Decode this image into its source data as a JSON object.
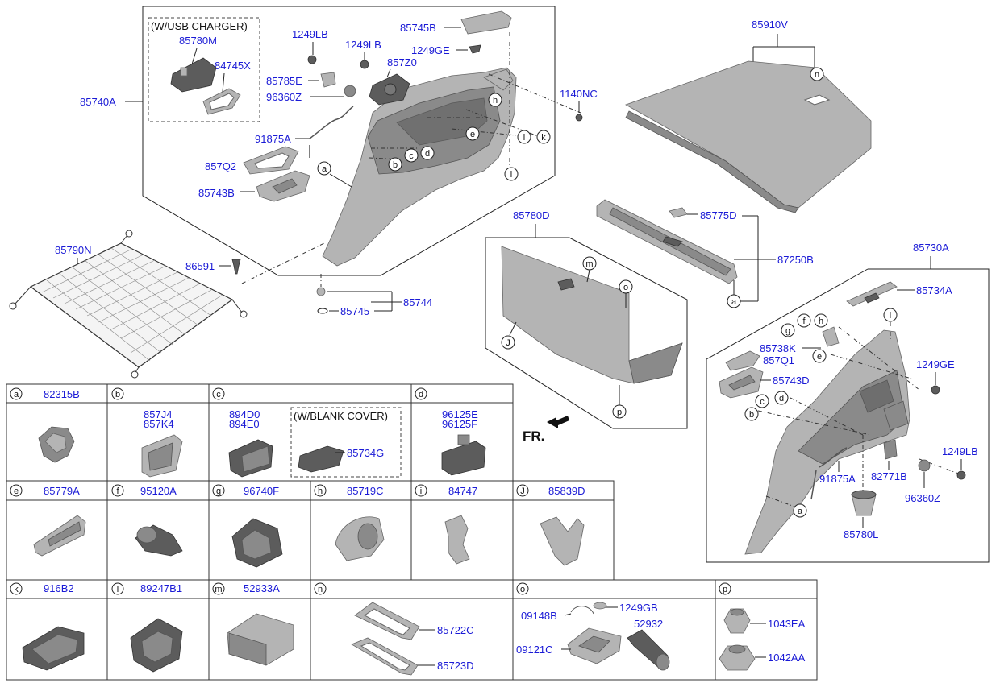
{
  "main_group": {
    "part": "85740A",
    "usb_box_title": "(W/USB CHARGER)",
    "usb_parts": [
      "85780M",
      "84745X"
    ],
    "parts": [
      "1249LB",
      "1249LB",
      "85745B",
      "1249GE",
      "857Z0",
      "85785E",
      "96360Z",
      "91875A",
      "857Q2",
      "85743B",
      "1140NC",
      "86591",
      "85744",
      "85745"
    ],
    "callouts": [
      "a",
      "b",
      "c",
      "d",
      "e",
      "h",
      "i",
      "l",
      "k"
    ]
  },
  "cover": {
    "part": "85910V",
    "callout": "n"
  },
  "net": {
    "part": "85790N"
  },
  "floor": {
    "part": "85780D",
    "callouts": [
      "m",
      "o",
      "J",
      "p"
    ]
  },
  "sill": {
    "parts": [
      "85775D",
      "87250B"
    ],
    "callout": "a"
  },
  "right_group": {
    "part": "85730A",
    "parts": [
      "85734A",
      "85738K",
      "857Q1",
      "85743D",
      "1249GE",
      "1249LB",
      "91875A",
      "82771B",
      "96360Z",
      "85780L"
    ],
    "callouts": [
      "i",
      "g",
      "f",
      "h",
      "e",
      "d",
      "c",
      "b",
      "a"
    ]
  },
  "fr_label": "FR.",
  "table": {
    "row1": [
      {
        "letter": "a",
        "parts": [
          "82315B"
        ]
      },
      {
        "letter": "b",
        "parts": [
          "857J4",
          "857K4"
        ]
      },
      {
        "letter": "c",
        "parts": [
          "894D0",
          "894E0"
        ],
        "box_title": "(W/BLANK COVER)",
        "box_part": "85734G"
      },
      {
        "letter": "d",
        "parts": [
          "96125E",
          "96125F"
        ]
      }
    ],
    "row2": [
      {
        "letter": "e",
        "part": "85779A"
      },
      {
        "letter": "f",
        "part": "95120A"
      },
      {
        "letter": "g",
        "part": "96740F"
      },
      {
        "letter": "h",
        "part": "85719C"
      },
      {
        "letter": "i",
        "part": "84747"
      },
      {
        "letter": "J",
        "part": "85839D"
      }
    ],
    "row3": [
      {
        "letter": "k",
        "part": "916B2"
      },
      {
        "letter": "l",
        "part": "89247B1"
      },
      {
        "letter": "m",
        "part": "52933A"
      },
      {
        "letter": "n",
        "parts": [
          "85722C",
          "85723D"
        ]
      },
      {
        "letter": "o",
        "parts": [
          "09148B",
          "1249GB",
          "52932",
          "09121C"
        ]
      },
      {
        "letter": "p",
        "parts": [
          "1043EA",
          "1042AA"
        ]
      }
    ]
  }
}
